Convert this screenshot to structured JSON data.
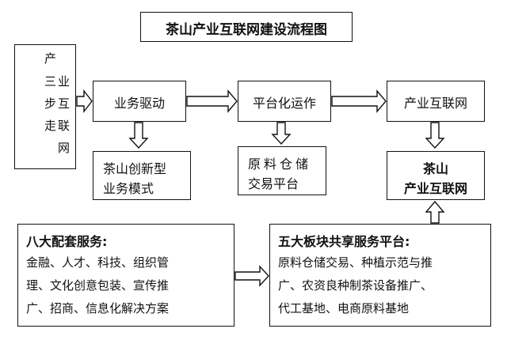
{
  "title": "茶山产业互联网建设流程图",
  "left_box": {
    "col_outer": [
      "产",
      "步",
      "走"
    ],
    "col_inner": [
      "三",
      "业",
      "互",
      "联",
      "网"
    ]
  },
  "flow": {
    "step1": "业务驱动",
    "step2": "平台化运作",
    "step3": "产业互联网",
    "sub1": [
      "茶山创新型",
      "业务模式"
    ],
    "sub2": [
      "原料仓储",
      "交易平台"
    ],
    "result": [
      "茶山",
      "产业互联网"
    ]
  },
  "services": {
    "heading": "八大配套服务:",
    "lines": [
      "金融、人才、科技、组织管",
      "理、文化创意包装、宣传推",
      "广、招商、信息化解决方案"
    ]
  },
  "platforms": {
    "heading": "五大板块共享服务平台:",
    "lines": [
      "原料仓储交易、种植示范与推",
      "广、农资良种制茶设备推广、",
      "代工基地、电商原料基地"
    ]
  }
}
